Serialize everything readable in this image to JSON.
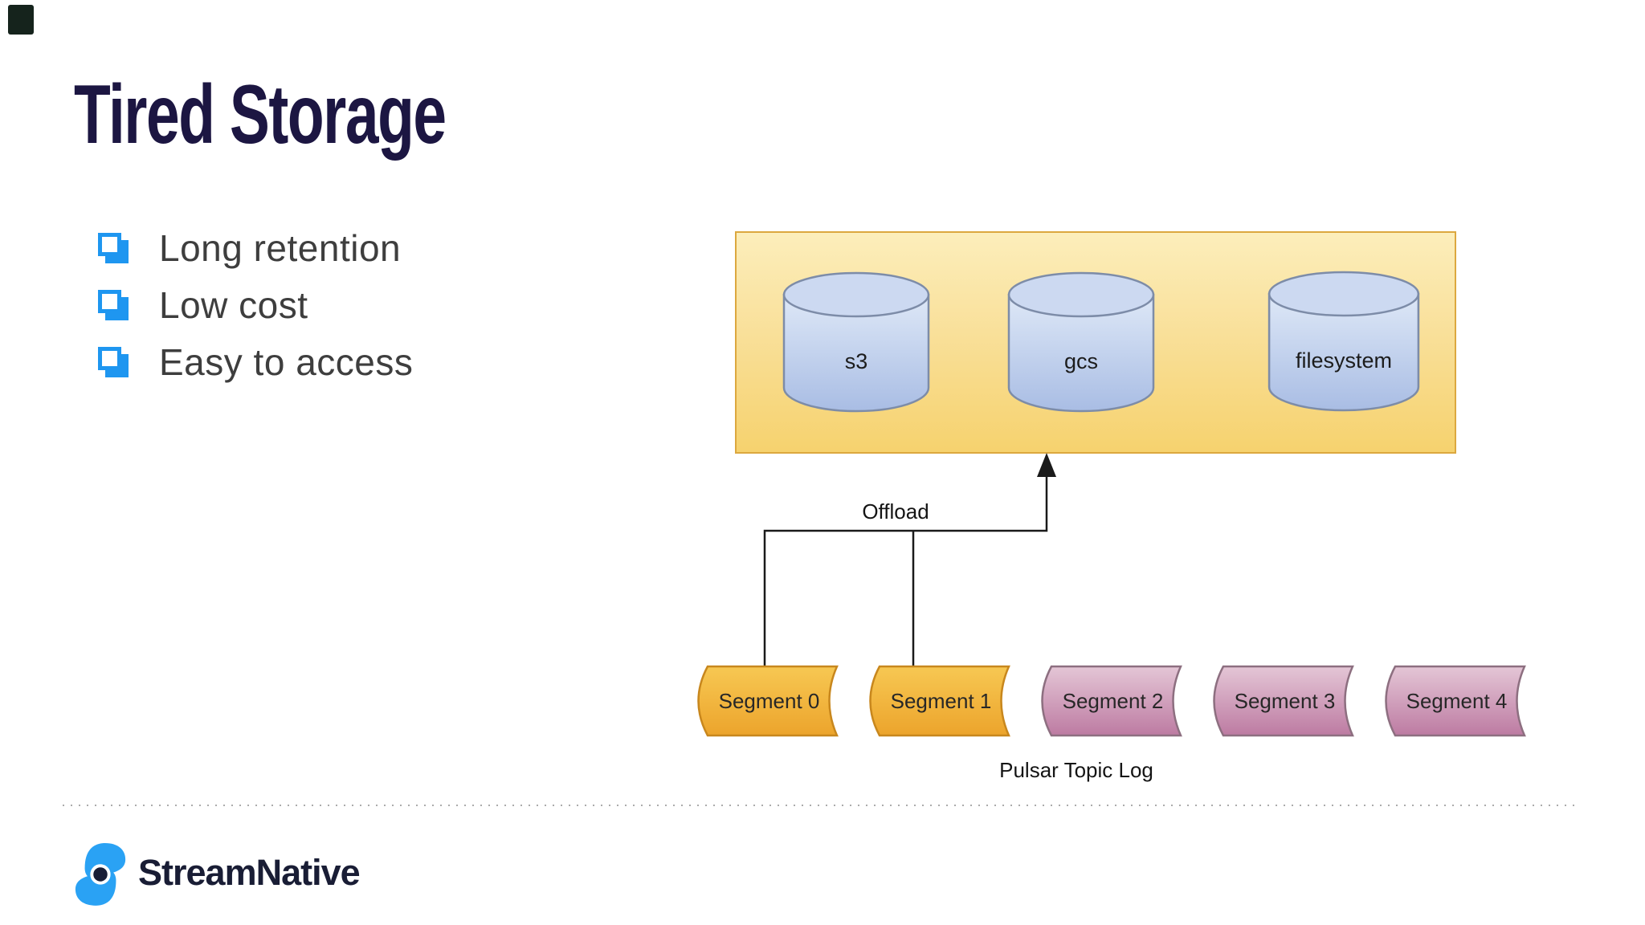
{
  "slide": {
    "title": "Tired Storage",
    "bullets": [
      "Long retention",
      "Low cost",
      "Easy to access"
    ]
  },
  "diagram": {
    "tiers": [
      "s3",
      "gcs",
      "filesystem"
    ],
    "offload_label": "Offload",
    "segments": [
      {
        "label": "Segment 0",
        "state": "offloaded"
      },
      {
        "label": "Segment 1",
        "state": "offloaded"
      },
      {
        "label": "Segment 2",
        "state": "local"
      },
      {
        "label": "Segment 3",
        "state": "local"
      },
      {
        "label": "Segment 4",
        "state": "local"
      }
    ],
    "caption": "Pulsar Topic Log"
  },
  "footer": {
    "brand": "StreamNative"
  },
  "icons": {
    "bullet": "drop-shadow-checkbox-icon",
    "storage": "database-cylinder-icon",
    "logo": "streamnative-s-mark"
  },
  "colors": {
    "title_navy": "#1c1642",
    "accent_blue": "#1e96f0",
    "bullet_text": "#3e3e3e",
    "storage_box_top": "#fceebb",
    "storage_box_bottom": "#f6d26e",
    "storage_box_border": "#dca83f",
    "cylinder_blue": "#a9bde4",
    "segment_orange": "#f2b53d",
    "segment_pink": "#c98fb0",
    "connector_black": "#1a1a1a",
    "divider_gray": "#ababab",
    "logo_blue": "#2aa2f4",
    "logo_navy": "#191d35"
  }
}
